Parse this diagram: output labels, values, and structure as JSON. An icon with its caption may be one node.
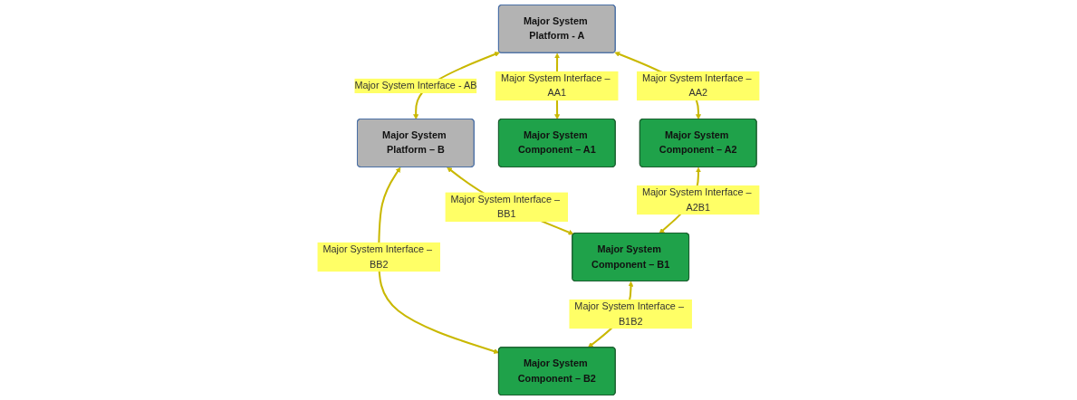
{
  "diagram": {
    "nodes": [
      {
        "text": [
          "Major System Platform - A"
        ]
      },
      {
        "text": [
          "Major System Platform – B"
        ]
      },
      {
        "text": [
          "Major System Component – A1"
        ]
      },
      {
        "text": [
          "Major System Component – A2"
        ]
      },
      {
        "text": [
          "Major System Component – B1"
        ]
      },
      {
        "text": [
          "Major System Component – B2"
        ]
      }
    ],
    "edges": [
      {
        "from": 0,
        "to": 1,
        "arrow": "both",
        "label": "Major System Interface - AB"
      },
      {
        "from": 0,
        "to": 2,
        "arrow": "both",
        "label": "Major System Interface – AA1"
      },
      {
        "from": 0,
        "to": 3,
        "arrow": "both",
        "label": "Major System Interface – AA2"
      },
      {
        "from": 1,
        "to": 4,
        "arrow": "both",
        "label": "Major System Interface – BB1"
      },
      {
        "from": 1,
        "to": 5,
        "arrow": "both",
        "label": "Major System Interface – BB2"
      },
      {
        "from": 3,
        "to": 4,
        "arrow": "both",
        "label": "Major System Interface – A2B1"
      },
      {
        "from": 4,
        "to": 5,
        "arrow": "both",
        "label": "Major System Interface – B1B2"
      }
    ]
  }
}
